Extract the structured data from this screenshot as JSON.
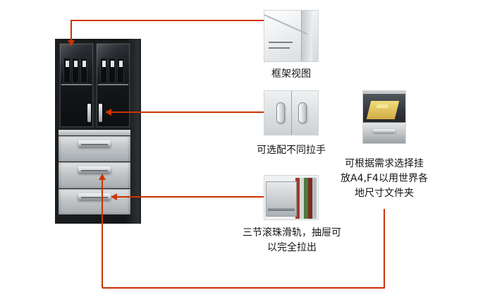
{
  "colors": {
    "line": "#cc3300",
    "label-text": "#141414",
    "cabinet-dark": "#141618",
    "cabinet-silver": "#c3c7ca",
    "folder-yellow": "#f0dd7d"
  },
  "icons": {
    "arrow_down": "css-triangle-down",
    "arrow_left": "css-triangle-left",
    "arrow_up": "css-triangle-up"
  },
  "callouts": {
    "frame_view": {
      "label": "框架视图"
    },
    "handles": {
      "label": "可选配不同拉手"
    },
    "hanging": {
      "lines": [
        "可根据需求选择挂",
        "放A4,F4以用世界各",
        "地尺寸文件夹"
      ]
    },
    "rails": {
      "lines": [
        "三节滚珠滑轨，抽屉可",
        "以完全拉出"
      ]
    }
  }
}
